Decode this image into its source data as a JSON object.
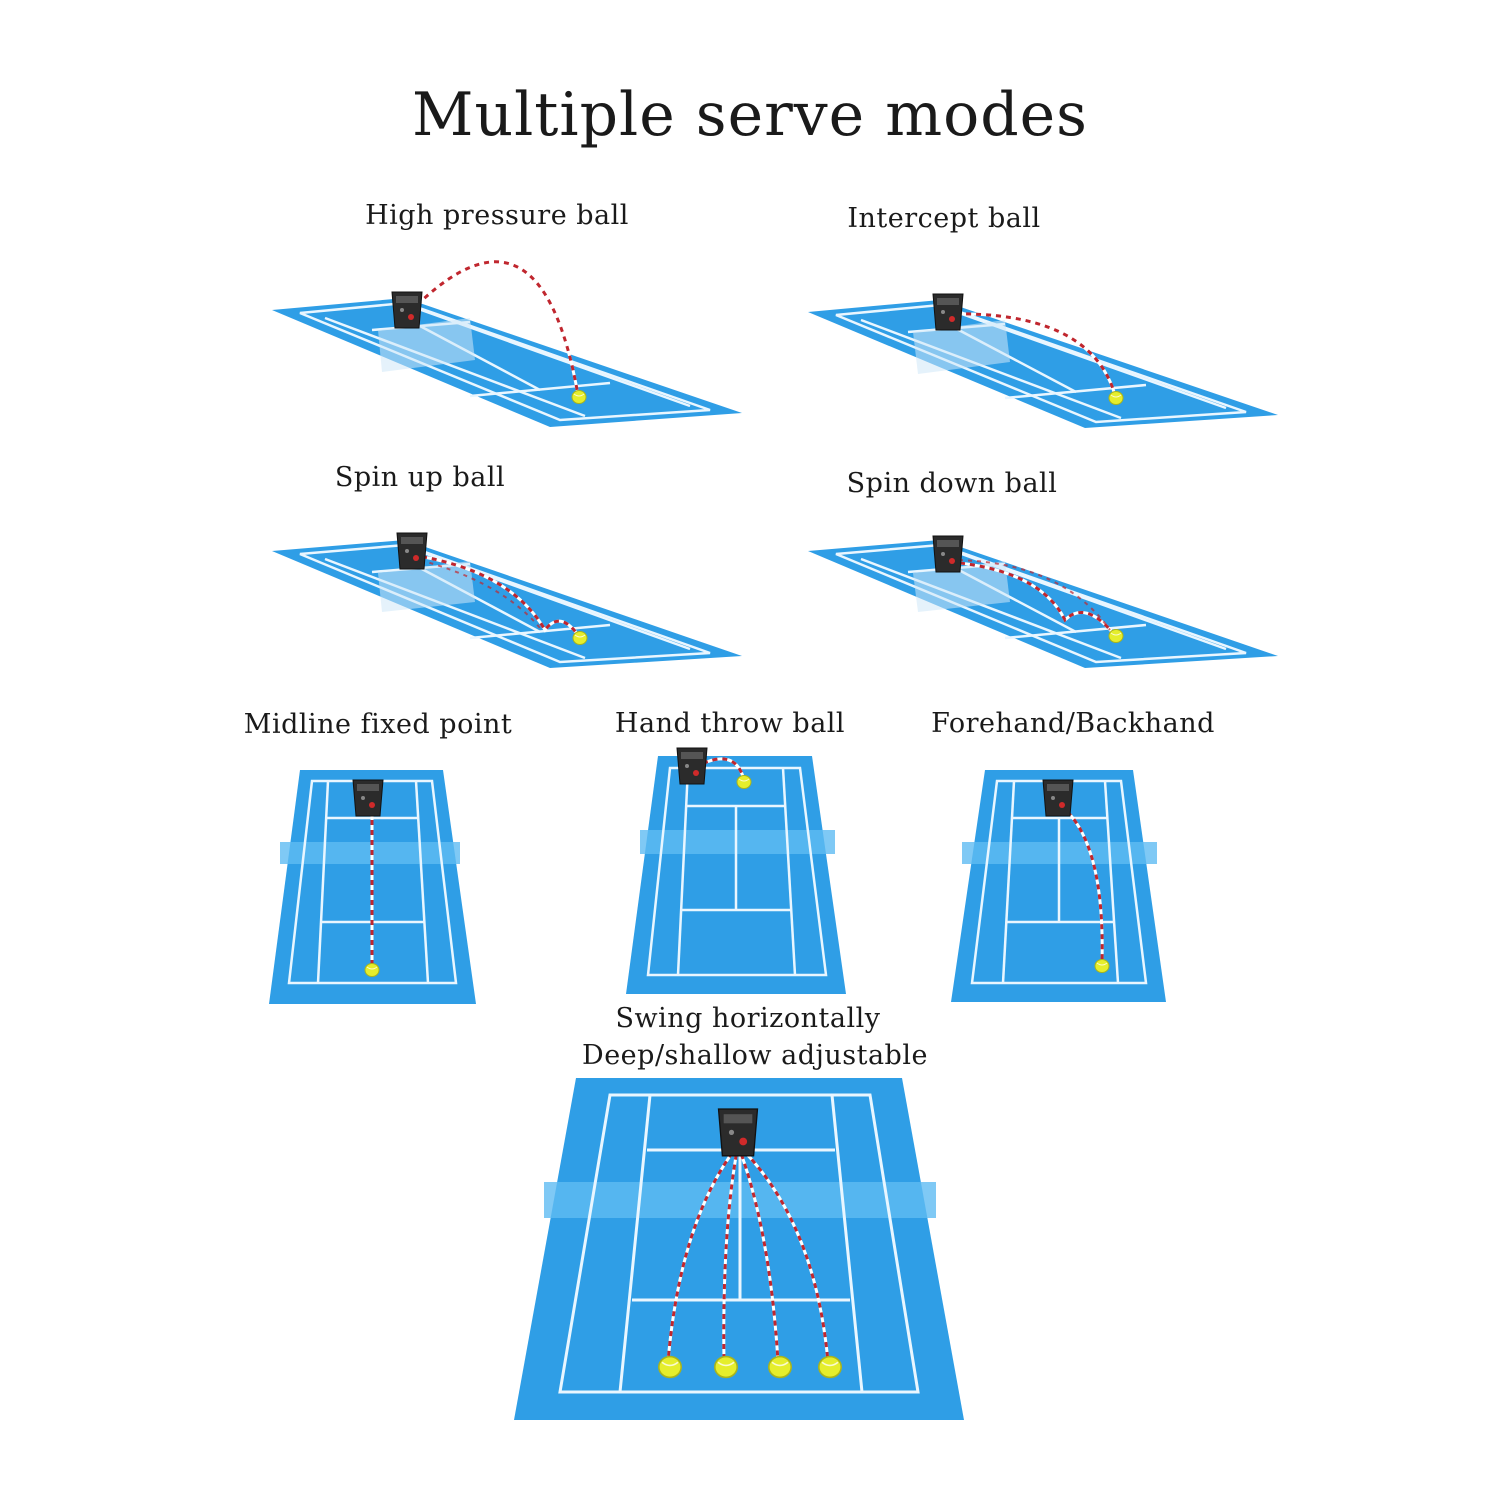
{
  "title": "Multiple serve modes",
  "modes": [
    {
      "label": "High pressure ball"
    },
    {
      "label": "Intercept ball"
    },
    {
      "label": "Spin up ball"
    },
    {
      "label": "Spin down ball"
    },
    {
      "label": "Midline fixed point"
    },
    {
      "label": "Hand throw ball"
    },
    {
      "label": "Forehand/Backhand"
    },
    {
      "label_line1": "Swing horizontally",
      "label_line2": "Deep/shallow adjustable"
    }
  ],
  "colors": {
    "court": "#2f9ee6",
    "court_light": "#4fb2ef",
    "lines": "#e9f6ff",
    "net": "#cfe8f8",
    "ball": "#e5ee2c",
    "machine": "#2b2b2b",
    "trajectory_red": "#c0262e",
    "trajectory_white": "#ffffff"
  },
  "icons": {
    "machine": "ball-machine-icon",
    "ball": "tennis-ball-icon"
  },
  "swing_ball_count": 4
}
